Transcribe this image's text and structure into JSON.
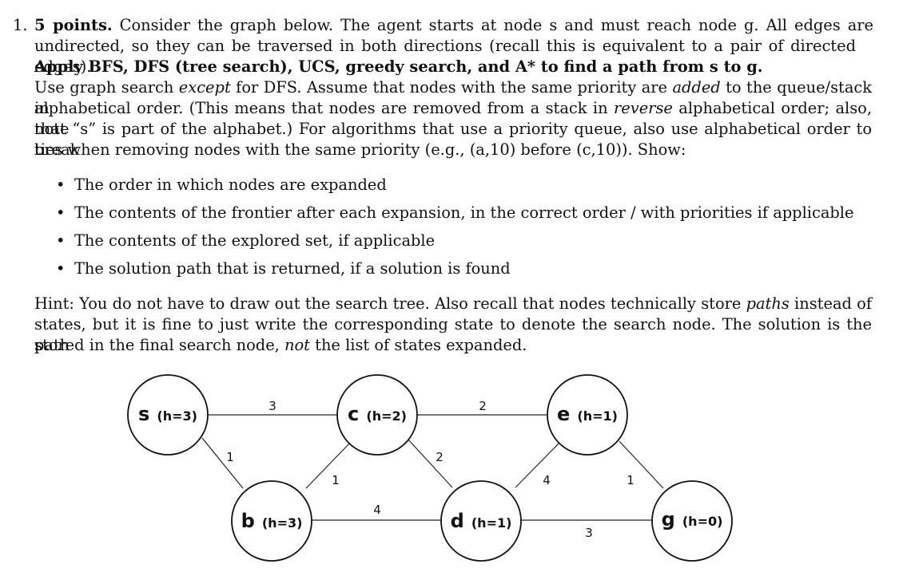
{
  "problem": {
    "number": "1.",
    "points": "5 points.",
    "intro_l1": "Consider the graph below. The agent starts at node s and must reach node g. All edges are",
    "intro_l2": "undirected, so they can be traversed in both directions (recall this is equivalent to a pair of directed edges).",
    "task": "Apply BFS, DFS (tree search), UCS, greedy search, and A* to find a path from s to g.",
    "rules_l1a": "Use graph search ",
    "rules_l1_em": "except",
    "rules_l1b": " for DFS. Assume that nodes with the same priority are ",
    "rules_l1_em2": "added",
    "rules_l1c": " to the queue/stack in",
    "rules_l2a": "alphabetical order. (This means that nodes are removed from a stack in ",
    "rules_l2_em": "reverse",
    "rules_l2b": " alphabetical order; also, note",
    "rules_l3": "that “s” is part of the alphabet.) For algorithms that use a priority queue, also use alphabetical order to break",
    "rules_l4": "ties when removing nodes with the same priority (e.g., (a,10) before (c,10)). Show:",
    "bullets": [
      "The order in which nodes are expanded",
      "The contents of the frontier after each expansion, in the correct order / with priorities if applicable",
      "The contents of the explored set, if applicable",
      "The solution path that is returned, if a solution is found"
    ],
    "hint_l1a": "Hint: You do not have to draw out the search tree. Also recall that nodes technically store ",
    "hint_l1_em": "paths",
    "hint_l1b": " instead of",
    "hint_l2": "states, but it is fine to just write the corresponding state to denote the search node. The solution is the path",
    "hint_l3a": "stored in the final search node, ",
    "hint_l3_em": "not",
    "hint_l3b": " the list of states expanded."
  },
  "graph": {
    "nodes": [
      {
        "id": "s",
        "name": "s",
        "h": "(h=3)"
      },
      {
        "id": "c",
        "name": "c",
        "h": "(h=2)"
      },
      {
        "id": "e",
        "name": "e",
        "h": "(h=1)"
      },
      {
        "id": "b",
        "name": "b",
        "h": "(h=3)"
      },
      {
        "id": "d",
        "name": "d",
        "h": "(h=1)"
      },
      {
        "id": "g",
        "name": "g",
        "h": "(h=0)"
      }
    ],
    "edges": [
      {
        "id": "s-c",
        "from": "s",
        "to": "c",
        "cost": "3"
      },
      {
        "id": "s-b",
        "from": "s",
        "to": "b",
        "cost": "1"
      },
      {
        "id": "b-c",
        "from": "b",
        "to": "c",
        "cost": "1"
      },
      {
        "id": "c-e",
        "from": "c",
        "to": "e",
        "cost": "2"
      },
      {
        "id": "c-d",
        "from": "c",
        "to": "d",
        "cost": "2"
      },
      {
        "id": "b-d",
        "from": "b",
        "to": "d",
        "cost": "4"
      },
      {
        "id": "d-e",
        "from": "d",
        "to": "e",
        "cost": "4"
      },
      {
        "id": "e-g",
        "from": "e",
        "to": "g",
        "cost": "1"
      },
      {
        "id": "d-g",
        "from": "d",
        "to": "g",
        "cost": "3"
      }
    ]
  }
}
